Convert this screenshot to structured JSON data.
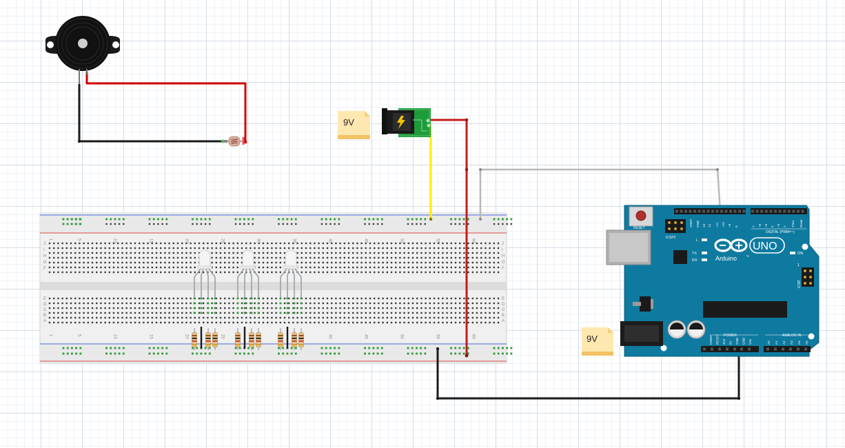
{
  "notes": {
    "top_note": "9V",
    "bottom_note": "9V"
  },
  "arduino": {
    "logo_text": "UNO",
    "brand": "Arduino",
    "registered_mark": "™",
    "reset_label": "RESET",
    "icsp2_label": "ICSP2",
    "icsp_label": "ICSP",
    "on_label": "ON",
    "l_label": "L",
    "tx_label": "TX",
    "rx_label": "RX",
    "digital_label": "DIGITAL (PWM=~)",
    "power_label": "POWER",
    "analog_label": "ANALOG IN",
    "digital_pins": [
      "AREF",
      "GND",
      "13",
      "12",
      "~11",
      "~10",
      "~9",
      "8",
      "7",
      "~6",
      "~5",
      "4",
      "~3",
      "2",
      "TX▸1",
      "RX◂0"
    ],
    "power_pins": [
      "IOREF",
      "RESET",
      "3V3",
      "5V",
      "GND",
      "GND",
      "VIN"
    ],
    "analog_pins": [
      "A0",
      "A1",
      "A2",
      "A3",
      "A4",
      "A5"
    ],
    "icsp_pin1": "1"
  },
  "breadboard": {
    "row_letters_top": [
      "J",
      "I",
      "H",
      "G",
      "F"
    ],
    "row_letters_bottom": [
      "E",
      "D",
      "C",
      "B",
      "A"
    ],
    "column_numbers": [
      "1",
      "5",
      "10",
      "15",
      "20",
      "25",
      "30",
      "35",
      "40",
      "45",
      "50",
      "55",
      "60"
    ]
  },
  "colors": {
    "wire_red": "#d40000",
    "wire_black": "#1a1a1a",
    "wire_yellow": "#ffee00",
    "wire_gray": "#b8b8b8",
    "arduino_blue": "#0e7aa0",
    "note_yellow": "#ffe7b0",
    "jack_green": "#1e9c3a"
  }
}
